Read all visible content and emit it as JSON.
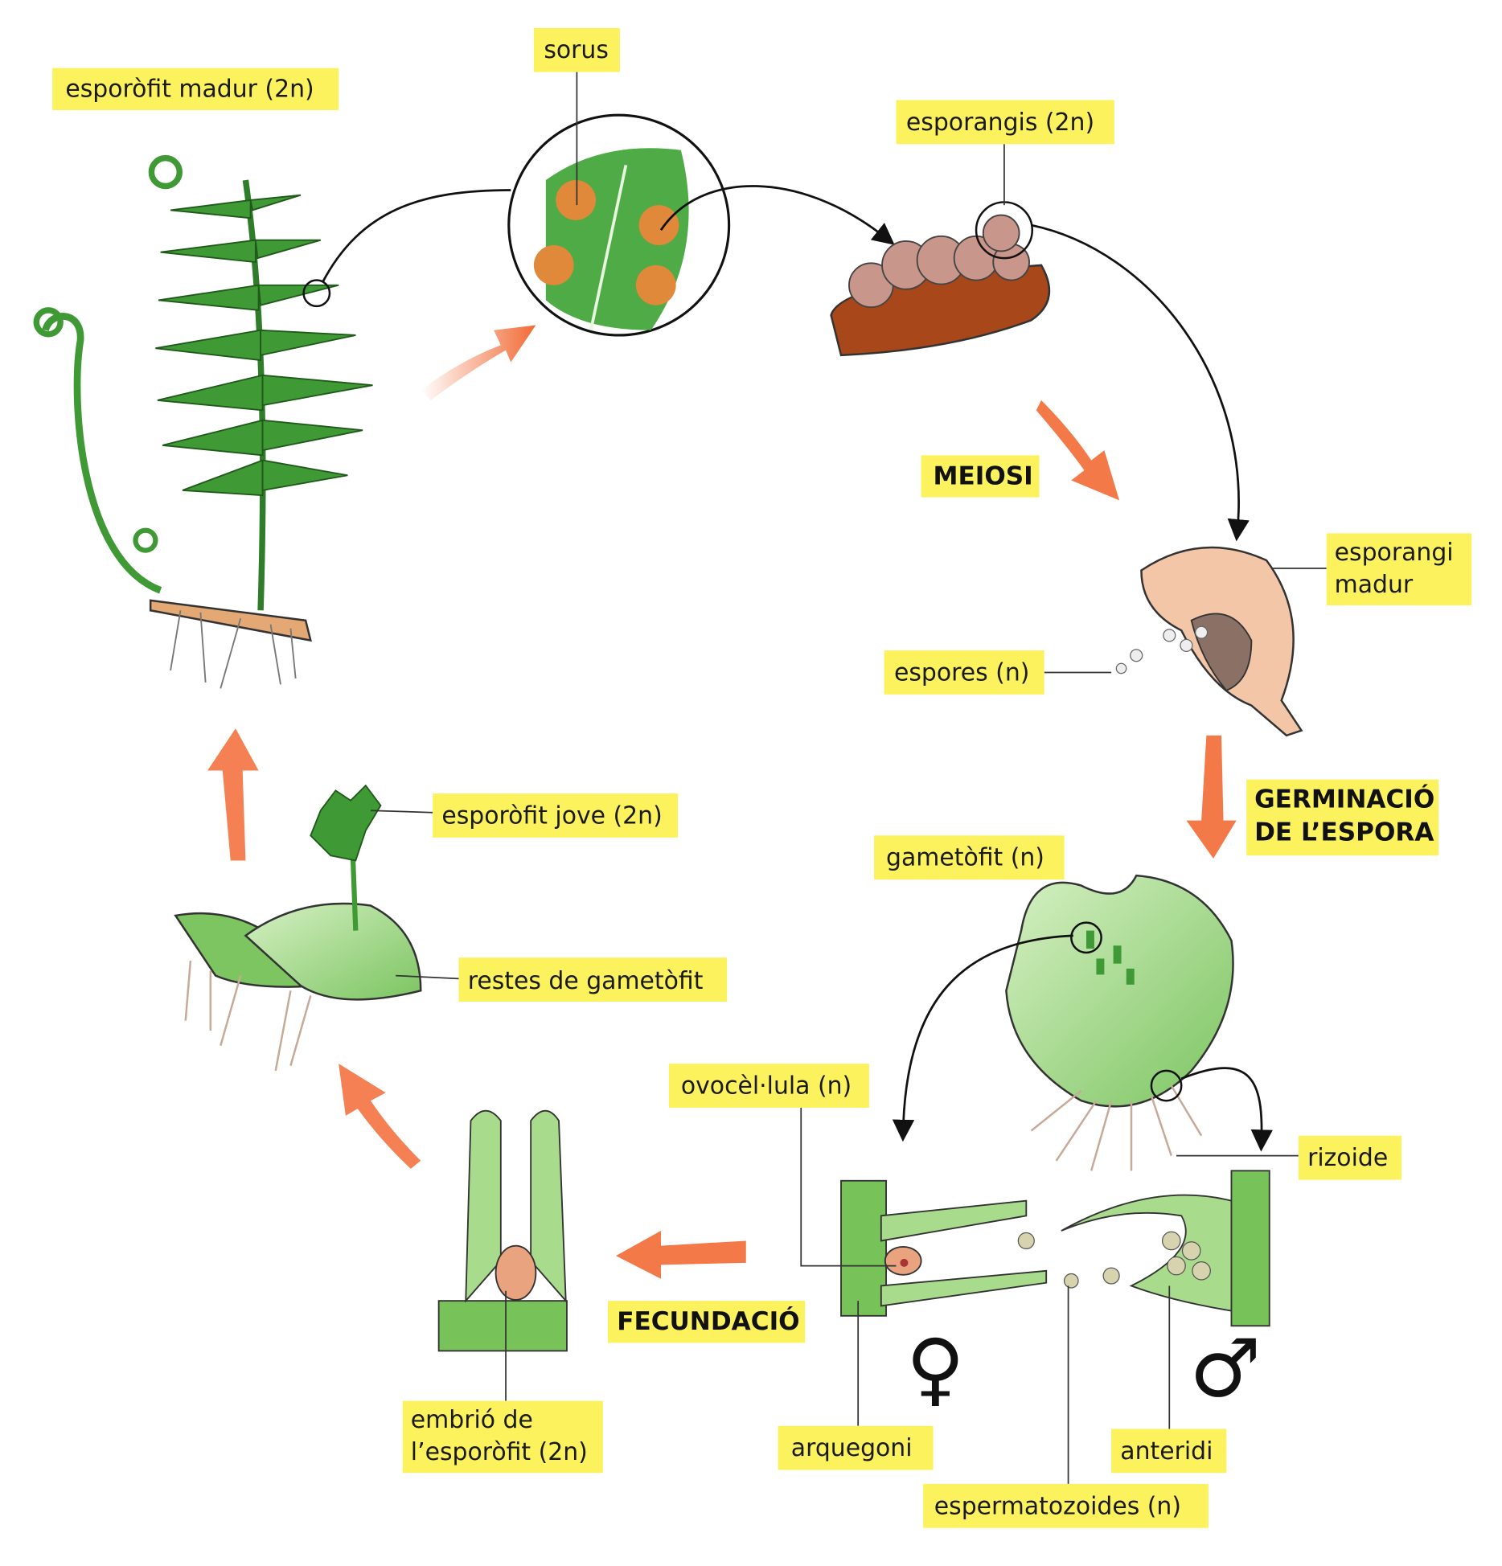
{
  "labels": {
    "mature_sporophyte": "esporòfit madur (2n)",
    "sorus": "sorus",
    "sporangia": "esporangis (2n)",
    "meiosis": "MEIOSI",
    "mature_sporangium_1": "esporangi",
    "mature_sporangium_2": "madur",
    "spores": "espores (n)",
    "germination_1": "GERMINACIÓ",
    "germination_2": "DE L’ESPORA",
    "gametophyte": "gametòfit (n)",
    "young_sporophyte": "esporòfit jove (2n)",
    "gametophyte_remains": "restes de gametòfit",
    "egg_cell": "ovocèl·lula (n)",
    "rhizoid": "rizoide",
    "fertilization": "FECUNDACIÓ",
    "embryo_1": "embrió de",
    "embryo_2": "l’esporòfit (2n)",
    "archegonium": "arquegoni",
    "antheridium": "anteridi",
    "sperm": "espermatozoides (n)",
    "female_symbol": "♀",
    "male_symbol": "♂"
  },
  "colors": {
    "label_bg": "#fbf25e",
    "leaf_green": "#3f9a35",
    "light_green": "#a8dc8c",
    "sorus_orange": "#e0893a",
    "arrow_orange": "#f26a35"
  }
}
